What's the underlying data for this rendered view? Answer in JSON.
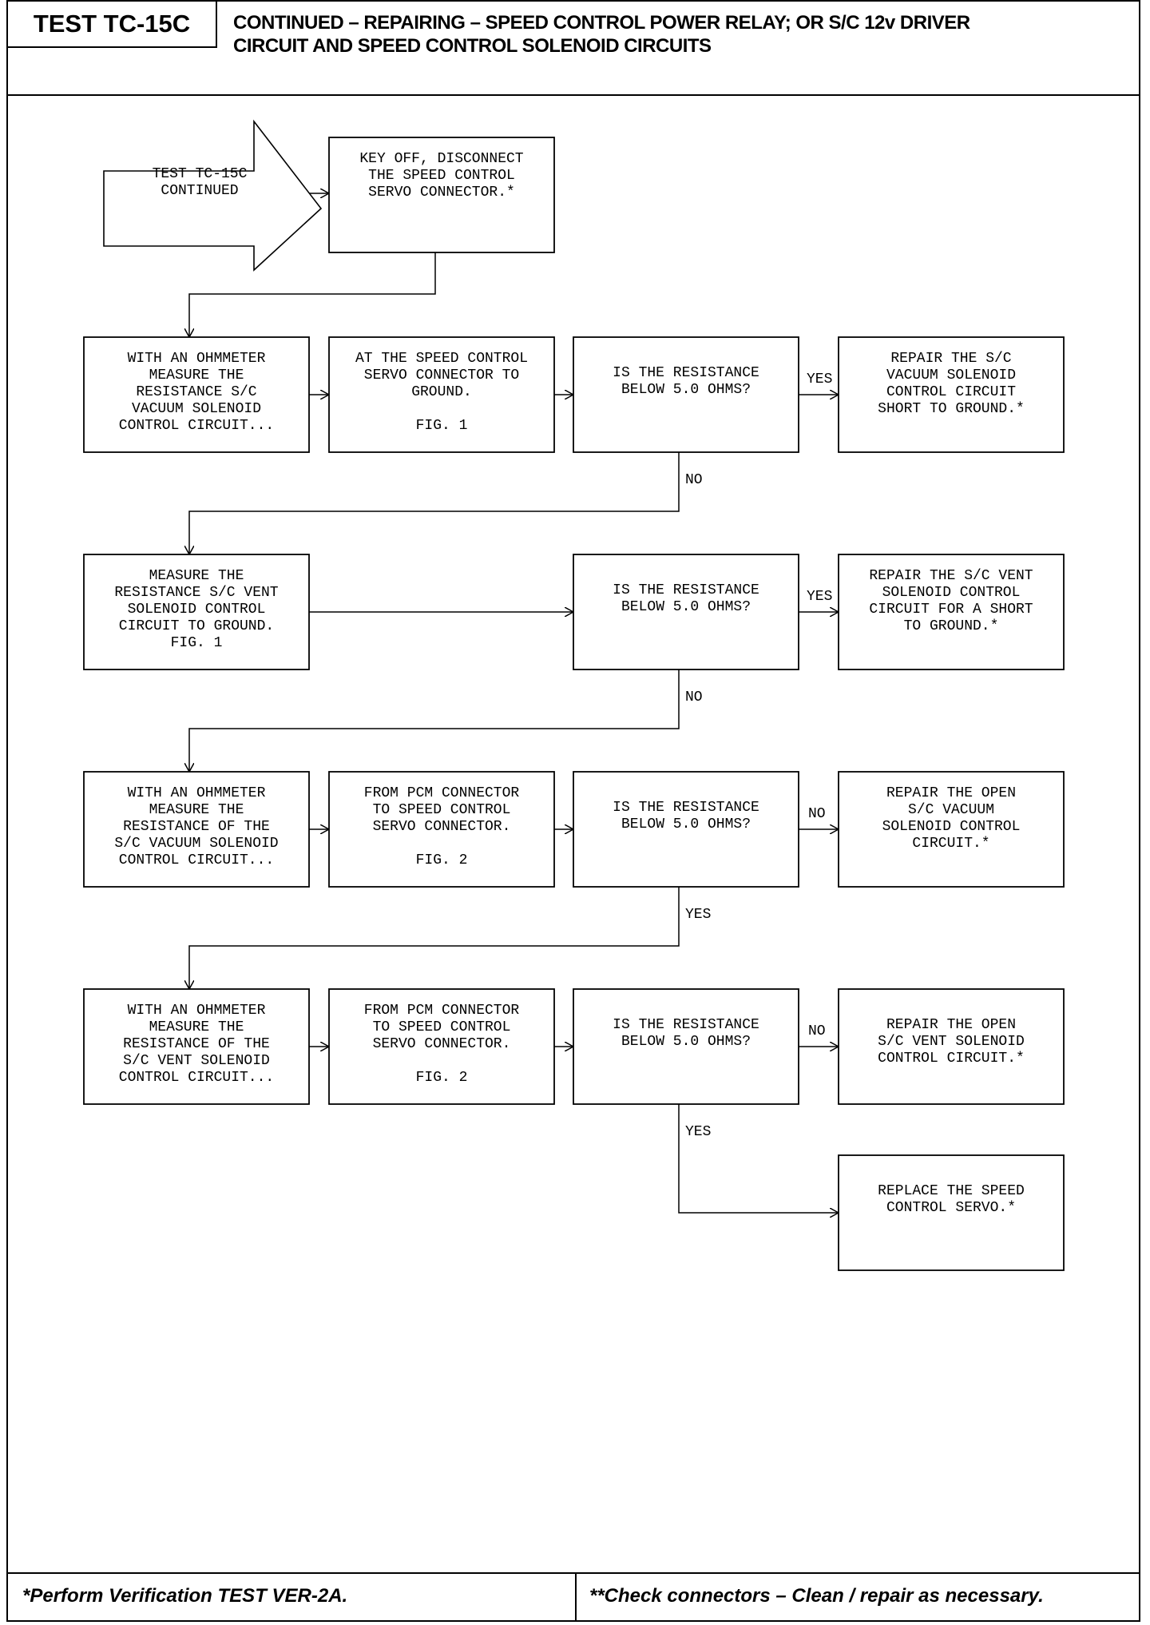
{
  "header": {
    "test_id": "TEST TC-15C",
    "title_line1": "CONTINUED – REPAIRING – SPEED CONTROL POWER RELAY; OR S/C 12v DRIVER",
    "title_line2": "CIRCUIT AND SPEED CONTROL SOLENOID CIRCUITS"
  },
  "footer": {
    "left_note": "*Perform Verification TEST VER-2A.",
    "right_note": "**Check connectors – Clean / repair as necessary."
  },
  "nodes": [
    {
      "id": "start",
      "lines": [
        "TEST TC-15C",
        "CONTINUED"
      ]
    },
    {
      "id": "key-off",
      "lines": [
        "KEY OFF, DISCONNECT",
        "THE SPEED CONTROL",
        "SERVO CONNECTOR.*"
      ]
    },
    {
      "id": "r1-measure",
      "lines": [
        "WITH AN OHMMETER",
        "MEASURE THE",
        "RESISTANCE S/C",
        "VACUUM SOLENOID",
        "CONTROL CIRCUIT..."
      ]
    },
    {
      "id": "r1-at",
      "lines": [
        "AT THE SPEED CONTROL",
        "SERVO CONNECTOR TO",
        "GROUND.",
        "",
        "FIG. 1"
      ]
    },
    {
      "id": "r1-decision",
      "lines": [
        "IS THE RESISTANCE",
        "BELOW 5.0 OHMS?"
      ]
    },
    {
      "id": "r1-repair",
      "lines": [
        "REPAIR THE S/C",
        "VACUUM SOLENOID",
        "CONTROL CIRCUIT",
        "SHORT TO GROUND.*"
      ]
    },
    {
      "id": "r2-measure",
      "lines": [
        "MEASURE THE",
        "RESISTANCE S/C VENT",
        "SOLENOID CONTROL",
        "CIRCUIT TO GROUND.",
        "FIG. 1"
      ]
    },
    {
      "id": "r2-decision",
      "lines": [
        "IS THE RESISTANCE",
        "BELOW 5.0 OHMS?"
      ]
    },
    {
      "id": "r2-repair",
      "lines": [
        "REPAIR THE S/C VENT",
        "SOLENOID CONTROL",
        "CIRCUIT FOR A SHORT",
        "TO GROUND.*"
      ]
    },
    {
      "id": "r3-measure",
      "lines": [
        "WITH AN OHMMETER",
        "MEASURE THE",
        "RESISTANCE OF THE",
        "S/C VACUUM SOLENOID",
        "CONTROL CIRCUIT..."
      ]
    },
    {
      "id": "r3-from",
      "lines": [
        "FROM PCM CONNECTOR",
        "TO SPEED CONTROL",
        "SERVO CONNECTOR.",
        "",
        "FIG. 2"
      ]
    },
    {
      "id": "r3-decision",
      "lines": [
        "IS THE RESISTANCE",
        "BELOW 5.0 OHMS?"
      ]
    },
    {
      "id": "r3-repair",
      "lines": [
        "REPAIR THE OPEN",
        "S/C VACUUM",
        "SOLENOID CONTROL",
        "CIRCUIT.*"
      ]
    },
    {
      "id": "r4-measure",
      "lines": [
        "WITH AN OHMMETER",
        "MEASURE THE",
        "RESISTANCE OF THE",
        "S/C VENT SOLENOID",
        "CONTROL CIRCUIT..."
      ]
    },
    {
      "id": "r4-from",
      "lines": [
        "FROM PCM CONNECTOR",
        "TO SPEED CONTROL",
        "SERVO CONNECTOR.",
        "",
        "FIG. 2"
      ]
    },
    {
      "id": "r4-decision",
      "lines": [
        "IS THE RESISTANCE",
        "BELOW 5.0 OHMS?"
      ]
    },
    {
      "id": "r4-repair",
      "lines": [
        "REPAIR THE OPEN",
        "S/C VENT SOLENOID",
        "CONTROL CIRCUIT.*"
      ]
    },
    {
      "id": "replace-servo",
      "lines": [
        "REPLACE THE SPEED",
        "CONTROL SERVO.*"
      ]
    }
  ],
  "edge_labels": {
    "yes": "YES",
    "no": "NO"
  }
}
